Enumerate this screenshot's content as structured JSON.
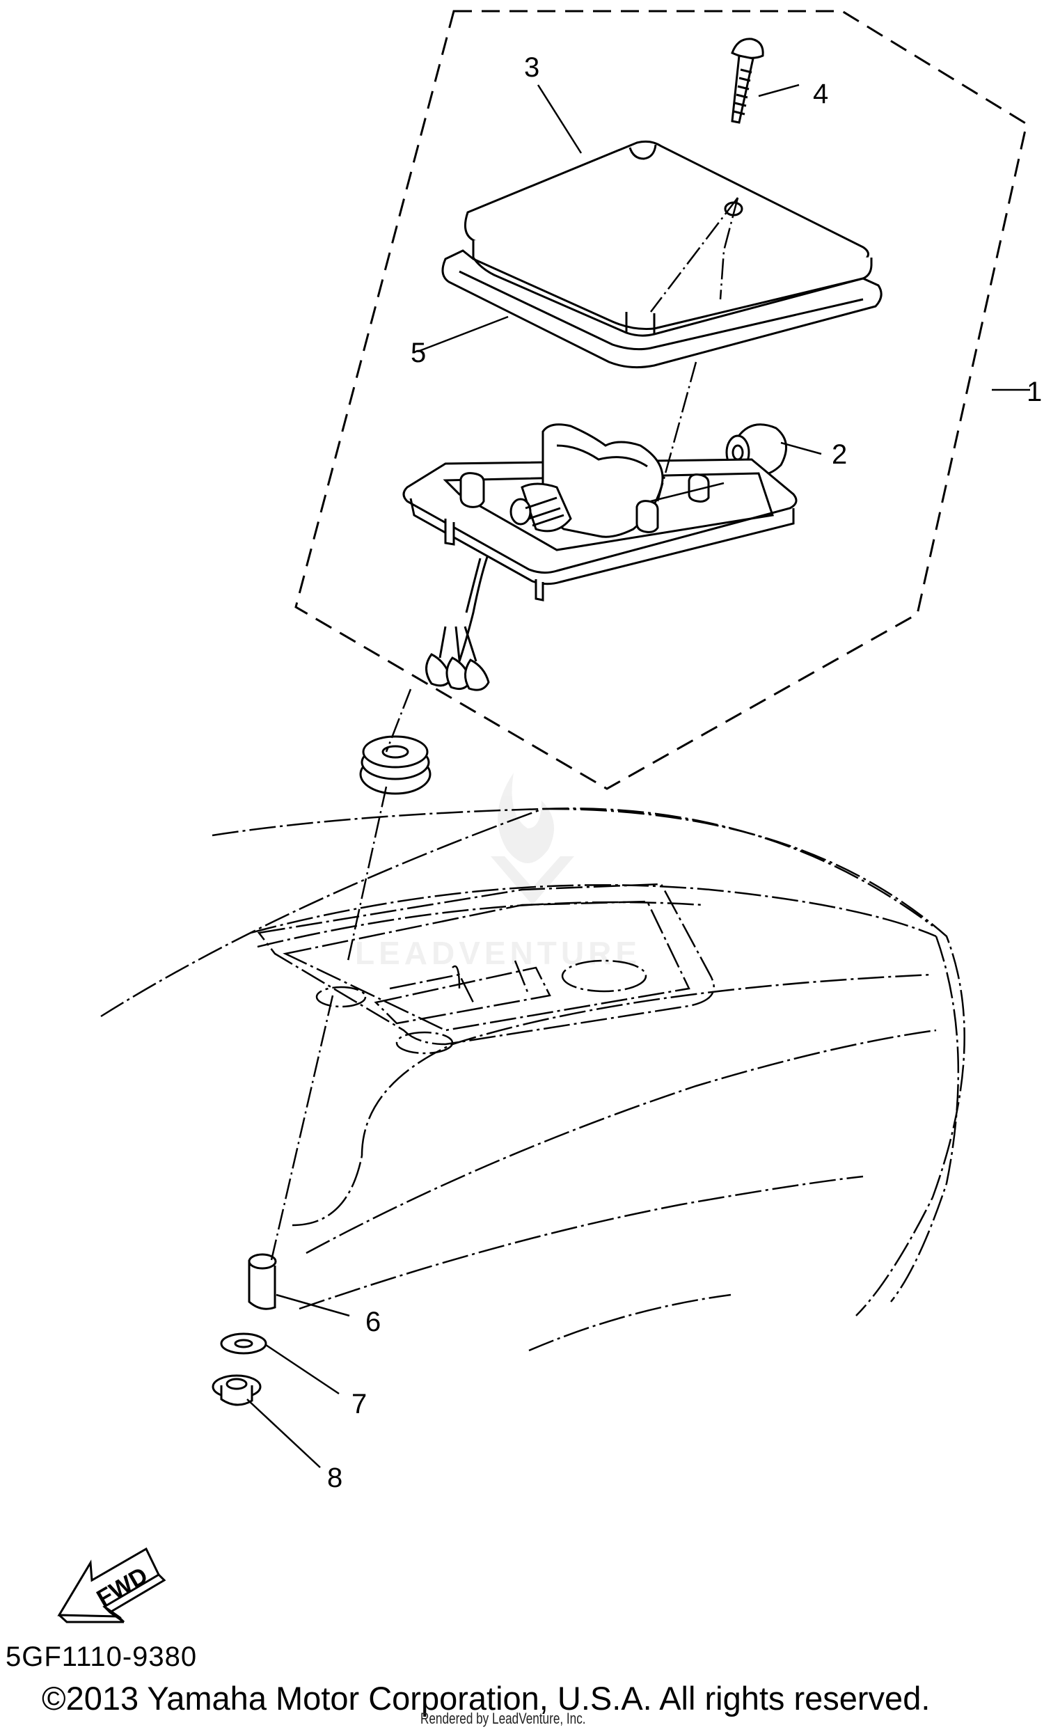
{
  "diagram": {
    "callouts": [
      {
        "id": "1",
        "label": "1"
      },
      {
        "id": "2",
        "label": "2"
      },
      {
        "id": "3",
        "label": "3"
      },
      {
        "id": "4",
        "label": "4"
      },
      {
        "id": "5",
        "label": "5"
      },
      {
        "id": "6",
        "label": "6"
      },
      {
        "id": "7",
        "label": "7"
      },
      {
        "id": "8",
        "label": "8"
      }
    ],
    "fwd_label": "FWD",
    "watermark": "LEADVENTURE"
  },
  "footer": {
    "part_code": "5GF1110-9380",
    "copyright": "©2013 Yamaha Motor Corporation, U.S.A. All rights reserved.",
    "rendered_by": "Rendered by LeadVenture, Inc."
  }
}
